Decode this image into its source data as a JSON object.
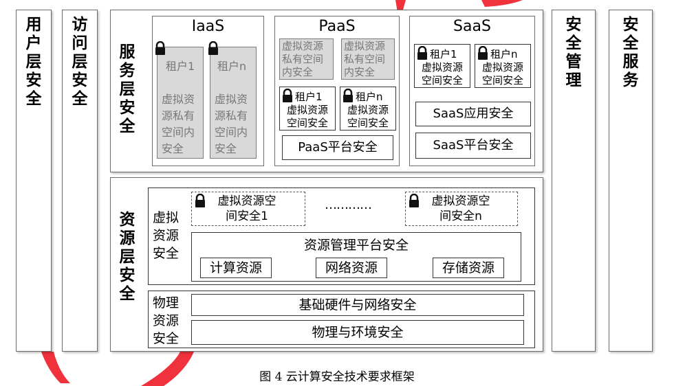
{
  "outer_columns": {
    "user_layer": "用户层安全",
    "access_layer": "访问层安全",
    "security_management": "安全管理",
    "security_services": "安全服务"
  },
  "service_layer": {
    "title": "服务层安全",
    "iaas": {
      "title": "IaaS",
      "tenant1_label": "租户1",
      "tenantn_label": "租户n",
      "tenant_desc": "虚拟资源私有空间内安全"
    },
    "paas": {
      "title": "PaaS",
      "private_space": "虚拟资源私有空间内安全",
      "tenant1_label": "租户1",
      "tenantn_label": "租户n",
      "tenant_desc": "虚拟资源空间安全",
      "platform": "PaaS平台安全"
    },
    "saas": {
      "title": "SaaS",
      "tenant1_label": "租户1",
      "tenantn_label": "租户n",
      "tenant_desc": "虚拟资源空间安全",
      "app": "SaaS应用安全",
      "platform": "SaaS平台安全"
    }
  },
  "resource_layer": {
    "title": "资源层安全",
    "virtual": {
      "label": "虚拟资源安全",
      "space1": "虚拟资源空间安全1",
      "spacen": "虚拟资源空间安全n",
      "dots": "…………",
      "mgmt_platform": "资源管理平台安全",
      "compute": "计算资源",
      "network": "网络资源",
      "storage": "存储资源"
    },
    "physical": {
      "label": "物理资源安全",
      "hardware": "基础硬件与网络安全",
      "environment": "物理与环境安全"
    }
  },
  "caption": "图 4 云计算安全技术要求框架",
  "colors": {
    "swoosh": "#f0323c",
    "gray_fill": "#d9d9d9"
  }
}
